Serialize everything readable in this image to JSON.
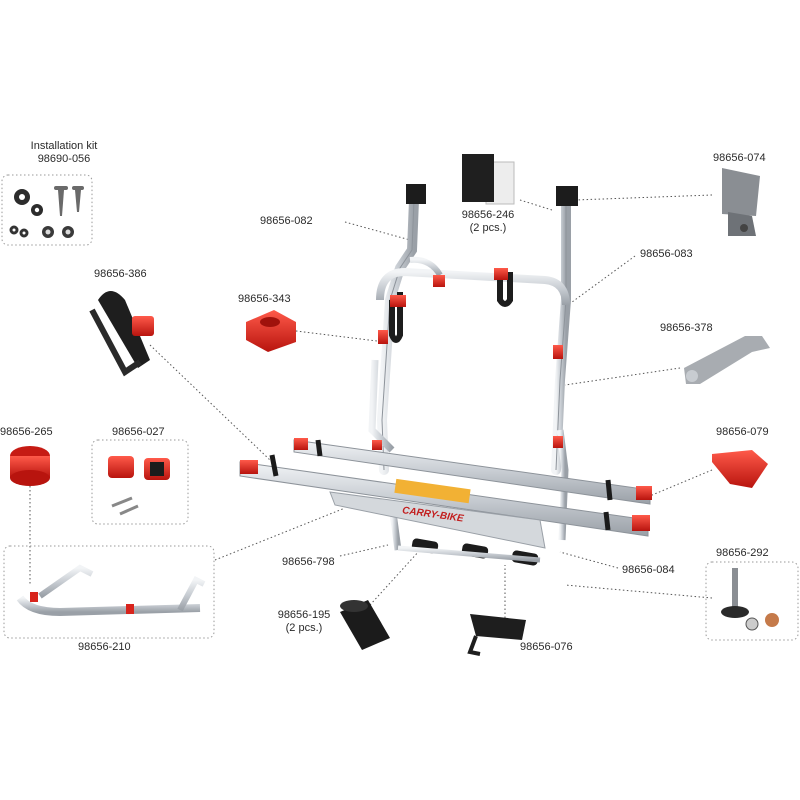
{
  "labels": {
    "installation_kit_title": "Installation kit",
    "installation_kit_code": "98690-056",
    "p082": "98656-082",
    "p246": "98656-246",
    "p246_qty": "(2 pcs.)",
    "p074": "98656-074",
    "p083": "98656-083",
    "p386": "98656-386",
    "p343": "98656-343",
    "p378": "98656-378",
    "p265": "98656-265",
    "p027": "98656-027",
    "p079": "98656-079",
    "p798": "98656-798",
    "p084": "98656-084",
    "p292": "98656-292",
    "p195": "98656-195",
    "p195_qty": "(2 pcs.)",
    "p076": "98656-076",
    "p210": "98656-210"
  },
  "brand_text": "CARRY-BIKE",
  "colors": {
    "accent_red": "#d8241c",
    "aluminium": "#c9cdd2",
    "dark": "#1e1e1e",
    "grey_part": "#9a9ea3"
  }
}
